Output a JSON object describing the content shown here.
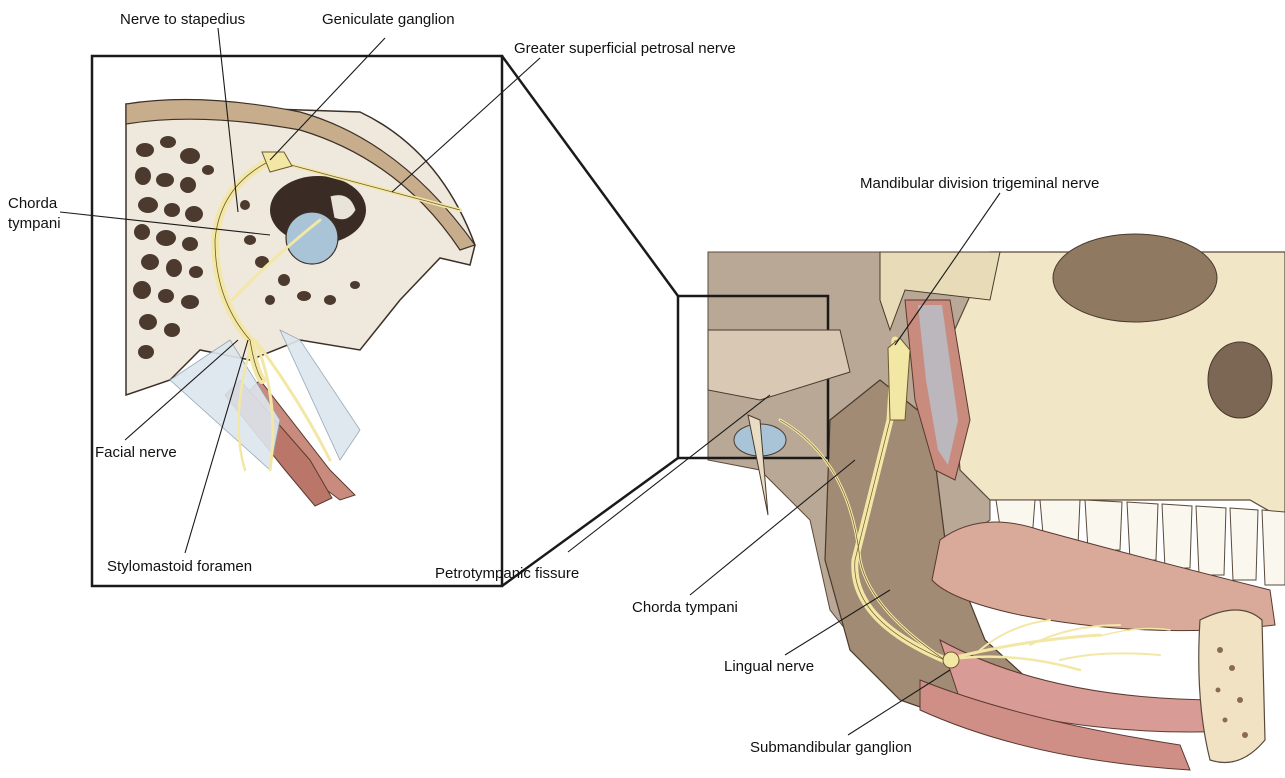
{
  "labels": {
    "nerve_to_stapedius": "Nerve to stapedius",
    "geniculate_ganglion": "Geniculate ganglion",
    "greater_superficial_petrosal_nerve": "Greater superficial petrosal nerve",
    "chorda_tympani_inset_line1": "Chorda",
    "chorda_tympani_inset_line2": "tympani",
    "facial_nerve": "Facial nerve",
    "stylomastoid_foramen": "Stylomastoid foramen",
    "petrotympanic_fissure": "Petrotympanic fissure",
    "mandibular_division_trigeminal_nerve": "Mandibular division trigeminal nerve",
    "chorda_tympani": "Chorda tympani",
    "lingual_nerve": "Lingual nerve",
    "submandibular_ganglion": "Submandibular ganglion"
  },
  "colors": {
    "nerve": "#f3e7a6",
    "bone_dark": "#4c3a2e",
    "bone_light": "#d9cbb6",
    "muscle": "#c98b7e",
    "skull": "#f1e6c5",
    "tooth": "#f9f7ee",
    "gum": "#d99b96"
  }
}
